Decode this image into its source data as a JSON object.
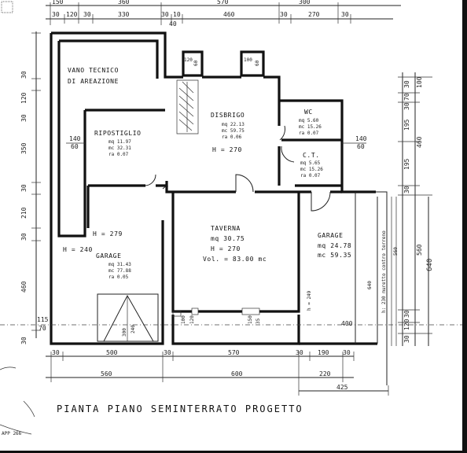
{
  "title": "PIANTA PIANO SEMINTERRATO PROGETTO",
  "corner_label": "APP 266",
  "top_dims_row1": [
    "150",
    "360",
    "570",
    "300"
  ],
  "top_dims_row2": [
    "30",
    "120",
    "30",
    "330",
    "30",
    "10",
    "460",
    "30",
    "270",
    "30"
  ],
  "top_dim_extra": "40",
  "bottom_dims_row1": [
    "30",
    "500",
    "30",
    "570",
    "30",
    "190",
    "30"
  ],
  "bottom_dims_row2": [
    "560",
    "600",
    "220"
  ],
  "bottom_dim_row3": "425",
  "left_dims": [
    "30",
    "120",
    "30",
    "350",
    "30",
    "210",
    "30",
    "460",
    "30"
  ],
  "right_dims_inner": [
    "30",
    "70",
    "30",
    "195",
    "460",
    "195",
    "30",
    "560",
    "30",
    "120",
    "30"
  ],
  "right_dims_outer": [
    "100",
    "640"
  ],
  "side_dims": {
    "l140": "140",
    "l60": "60",
    "r140": "140",
    "r60": "60",
    "l115": "115",
    "l70": "70"
  },
  "window_dims": {
    "a120": "120",
    "a60": "60",
    "b100": "100",
    "b60": "60"
  },
  "rooms": {
    "vano": {
      "line1": "VANO TECNICO",
      "line2": "DI AREAZIONE"
    },
    "ripostiglio": {
      "name": "RIPOSTIGLIO",
      "mq": "mq 11.97",
      "mc": "mc 32.31",
      "ra": "ra 0.07"
    },
    "disbrigo": {
      "name": "DISBRIGO",
      "mq": "mq 22.13",
      "mc": "mc 59.75",
      "ra": "ra 0.06",
      "h": "H = 270"
    },
    "wc": {
      "name": "WC",
      "mq": "mq 5.60",
      "mc": "mc 15.26",
      "ra": "ra 0.07"
    },
    "ct": {
      "name": "C.T.",
      "mq": "mq 5.65",
      "mc": "mc 15.26",
      "ra": "ra 0.07"
    },
    "taverna": {
      "name": "TAVERNA",
      "mq": "mq 30.75",
      "h": "H = 270",
      "vol": "Vol. = 83.00 mc"
    },
    "garage_left": {
      "name": "GARAGE",
      "mq": "mq 31.43",
      "mc": "mc 77.88",
      "ra": "ra 0.05",
      "h1": "H = 279",
      "h2": "H = 240"
    },
    "garage_right": {
      "name": "GARAGE",
      "mq": "mq 24.78",
      "mc": "mc 59.35"
    }
  },
  "misc": {
    "h249": "h = 249",
    "d400": "400",
    "d640": "640",
    "d560": "560",
    "d300": "300",
    "d240": "240",
    "d100": "100",
    "d150": "150",
    "d120": "120",
    "d35": "35",
    "note": "h: 230  muretto contro terreno"
  }
}
